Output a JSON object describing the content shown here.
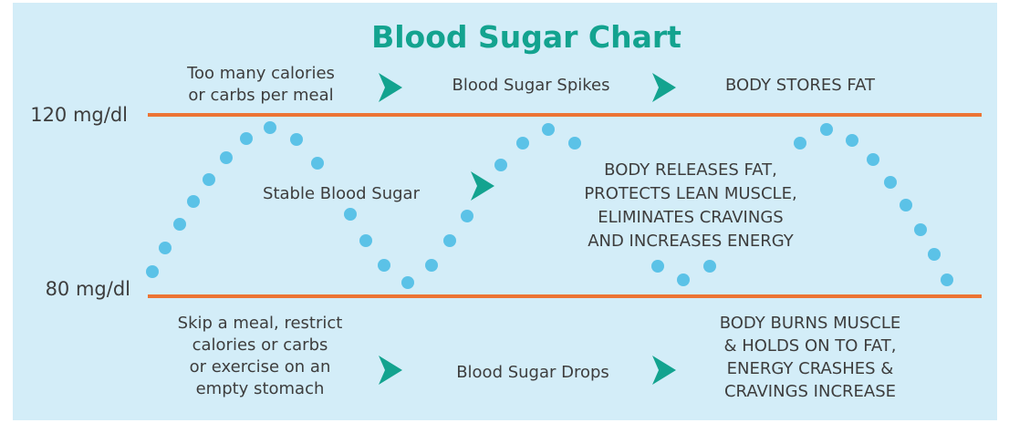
{
  "title": "Blood Sugar Chart",
  "levels": {
    "high": "120 mg/dl",
    "low": "80 mg/dl"
  },
  "top_flow": {
    "cause": [
      "Too many calories",
      "or carbs per meal"
    ],
    "effect": "Blood Sugar Spikes",
    "result": "BODY STORES FAT"
  },
  "middle": {
    "stable": "Stable Blood Sugar",
    "benefits": [
      "BODY RELEASES FAT,",
      "PROTECTS LEAN MUSCLE,",
      "ELIMINATES CRAVINGS",
      "AND INCREASES ENERGY"
    ]
  },
  "bottom_flow": {
    "cause": [
      "Skip a meal, restrict",
      "calories or carbs",
      "or exercise on an",
      "empty stomach"
    ],
    "effect": "Blood Sugar Drops",
    "result": [
      "BODY BURNS MUSCLE",
      "& HOLDS ON TO FAT,",
      "ENERGY CRASHES &",
      "CRAVINGS INCREASE"
    ]
  },
  "colors": {
    "background": "#d3edf8",
    "title": "#13a38f",
    "limit_line": "#ec7434",
    "dot": "#5bc2e7",
    "arrow": "#13a38f",
    "text": "#3d3d3d"
  }
}
